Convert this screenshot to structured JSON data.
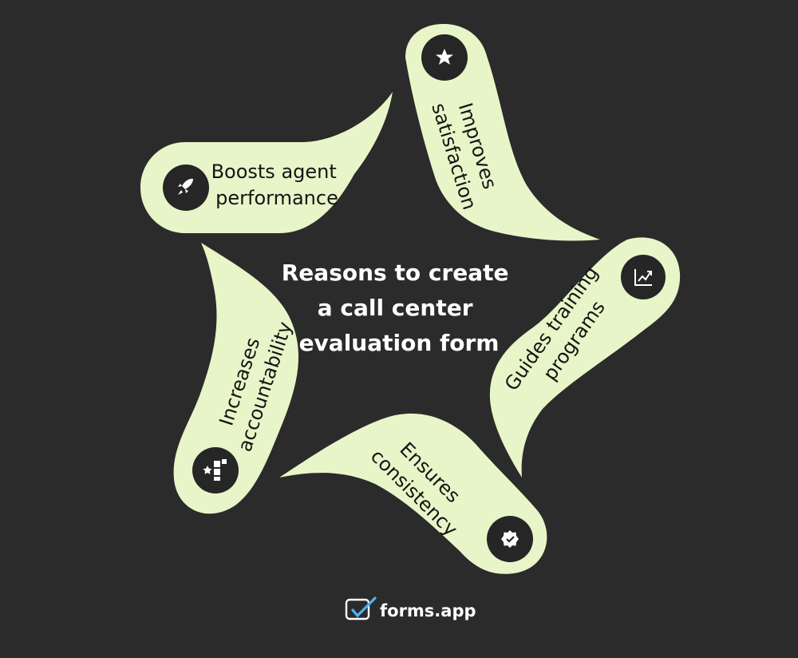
{
  "title": {
    "line1": "Reasons to create",
    "line2": "a call center",
    "line3": "evaluation form"
  },
  "petals": [
    {
      "line1": "Boosts agent",
      "line2": "performance",
      "icon": "rocket-icon"
    },
    {
      "line1": "Improves",
      "line2": "satisfaction",
      "icon": "star-icon"
    },
    {
      "line1": "Guides training",
      "line2": "programs",
      "icon": "chart-growth-icon"
    },
    {
      "line1": "Ensures",
      "line2": "consistency",
      "icon": "verified-badge-icon"
    },
    {
      "line1": "Increases",
      "line2": "accountability",
      "icon": "accountability-icon"
    }
  ],
  "brand": {
    "name": "forms.app",
    "icon": "forms-app-logo-icon"
  },
  "colors": {
    "background": "#2b2b2b",
    "petal": "#e8f5c8",
    "icon_circle": "#262626",
    "title": "#ffffff",
    "logo_accent": "#4fb3f6"
  }
}
